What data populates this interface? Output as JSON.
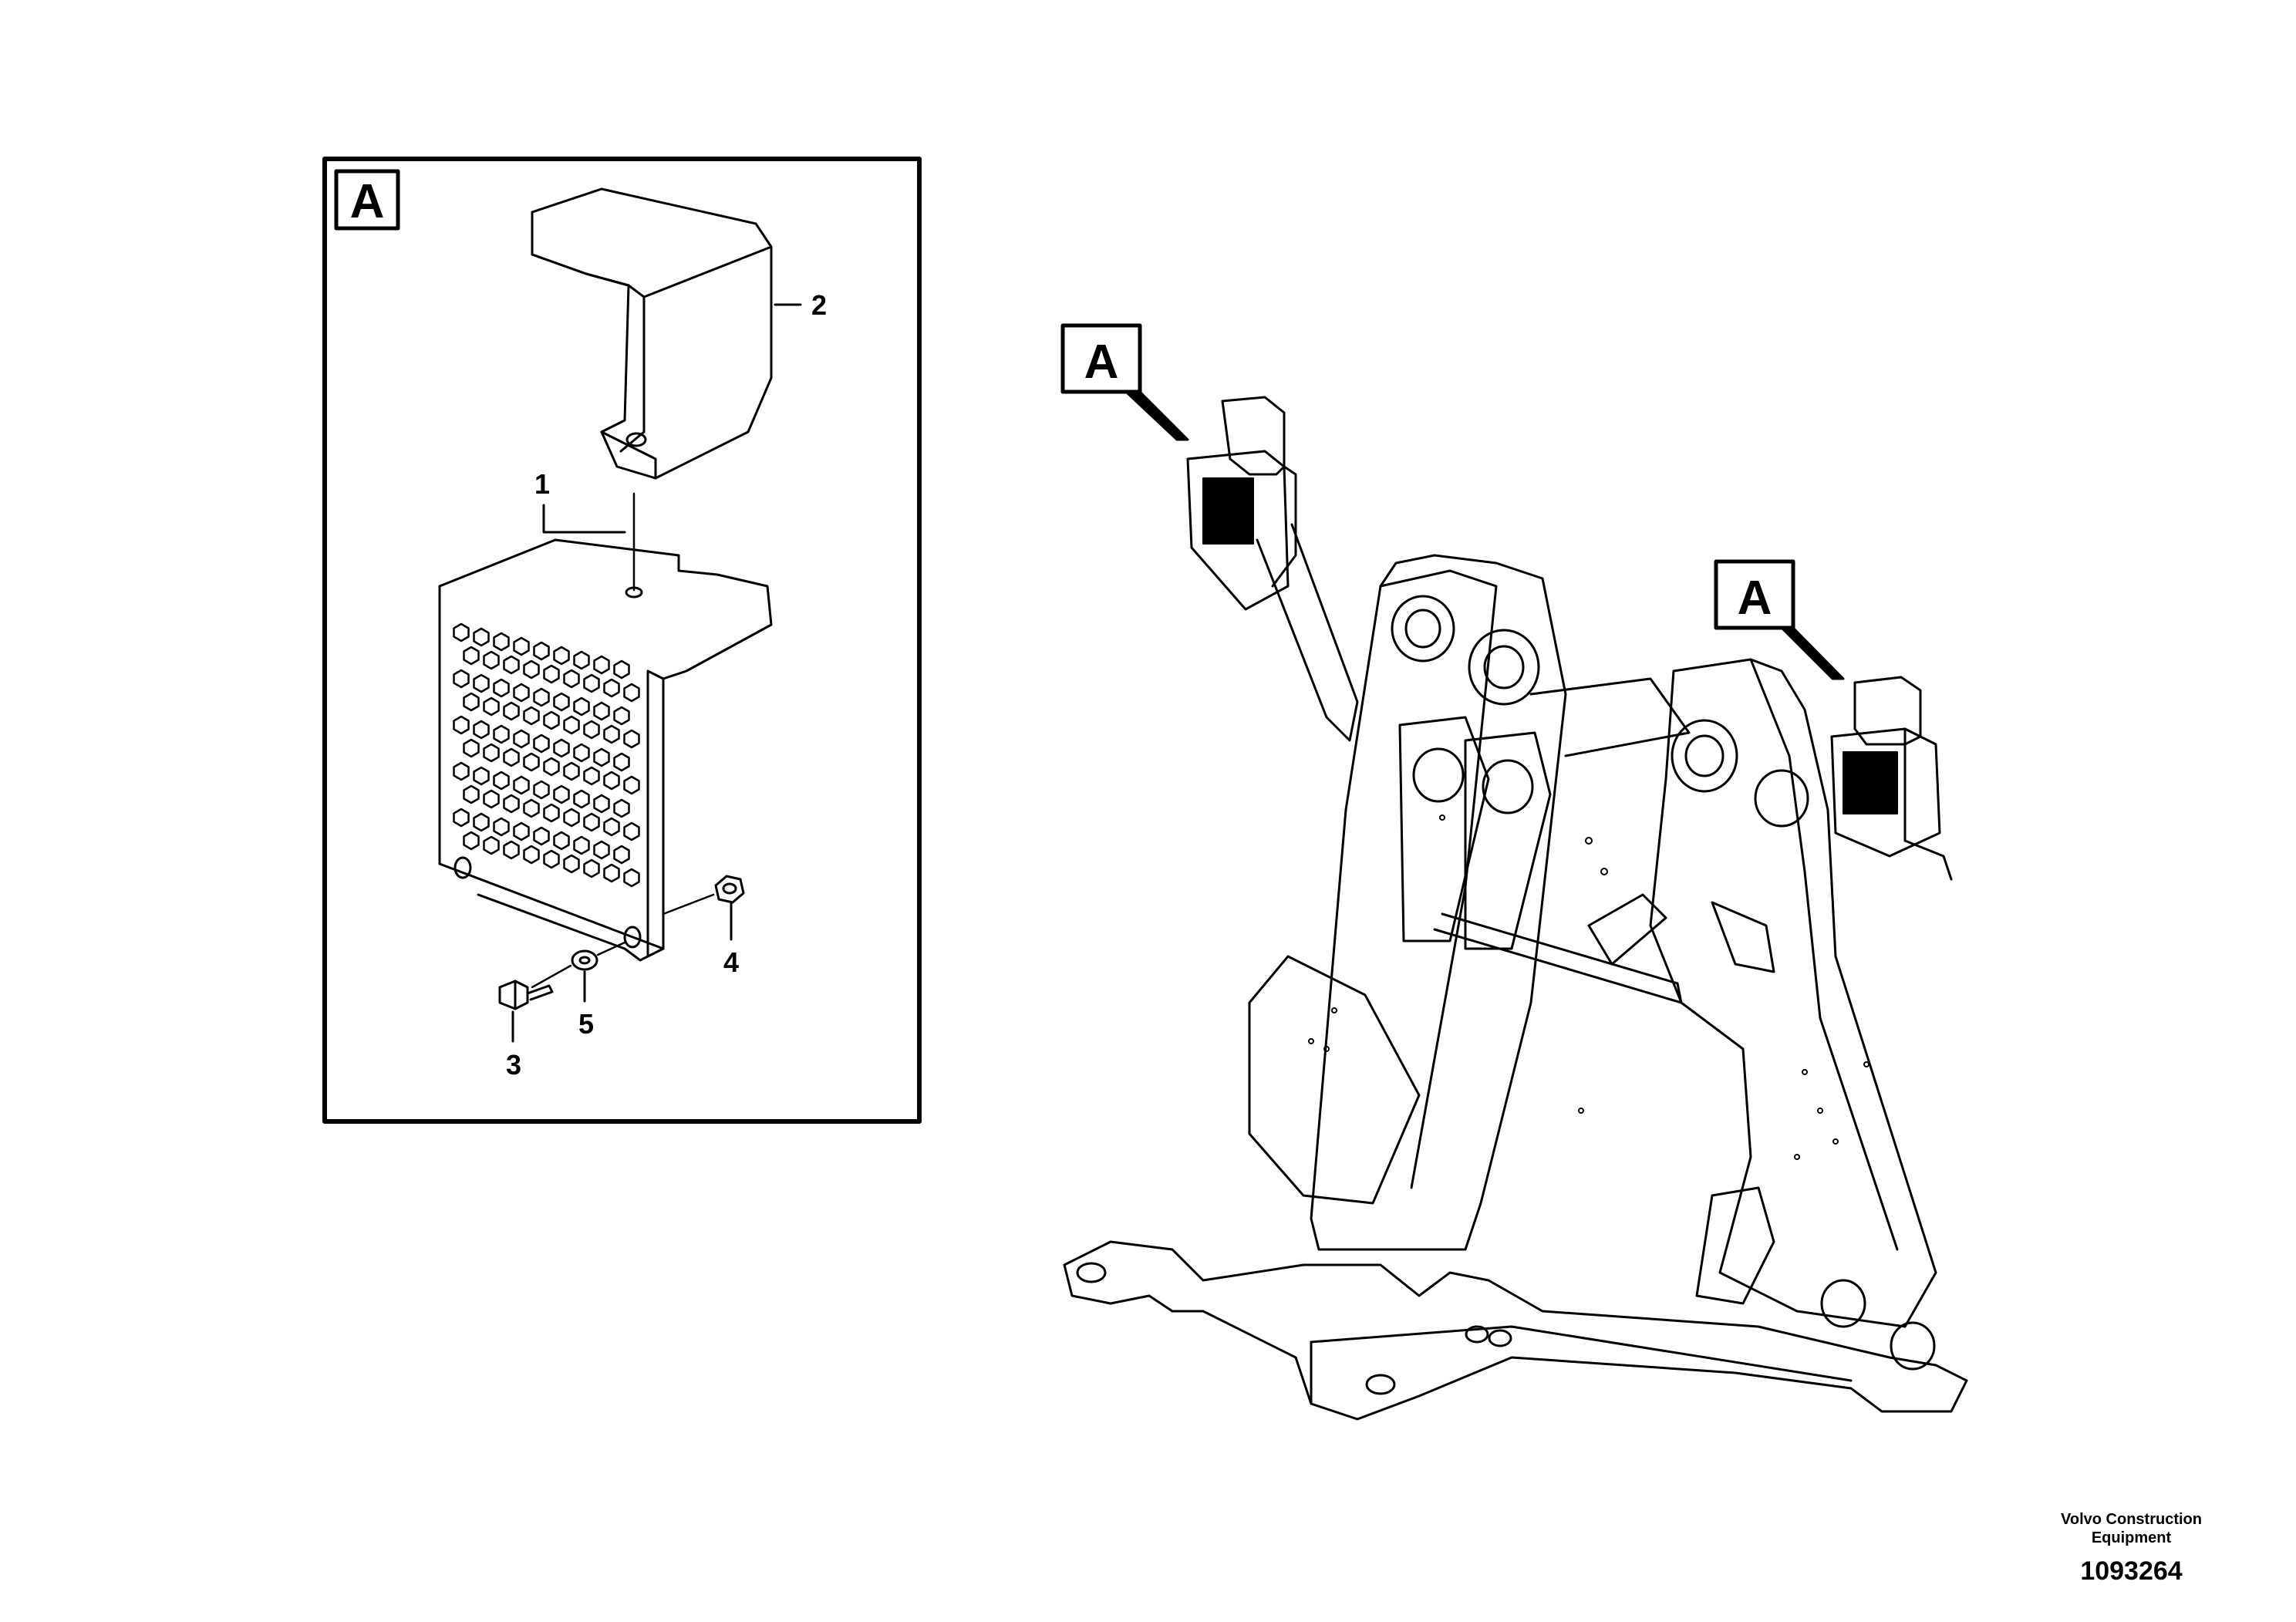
{
  "detail_view": {
    "label": "A",
    "callouts": [
      {
        "number": "1"
      },
      {
        "number": "2"
      },
      {
        "number": "3"
      },
      {
        "number": "4"
      },
      {
        "number": "5"
      }
    ]
  },
  "main_view": {
    "view_markers": [
      {
        "label": "A"
      },
      {
        "label": "A"
      }
    ]
  },
  "footer": {
    "company_line1": "Volvo Construction",
    "company_line2": "Equipment",
    "document_number": "1093264"
  }
}
